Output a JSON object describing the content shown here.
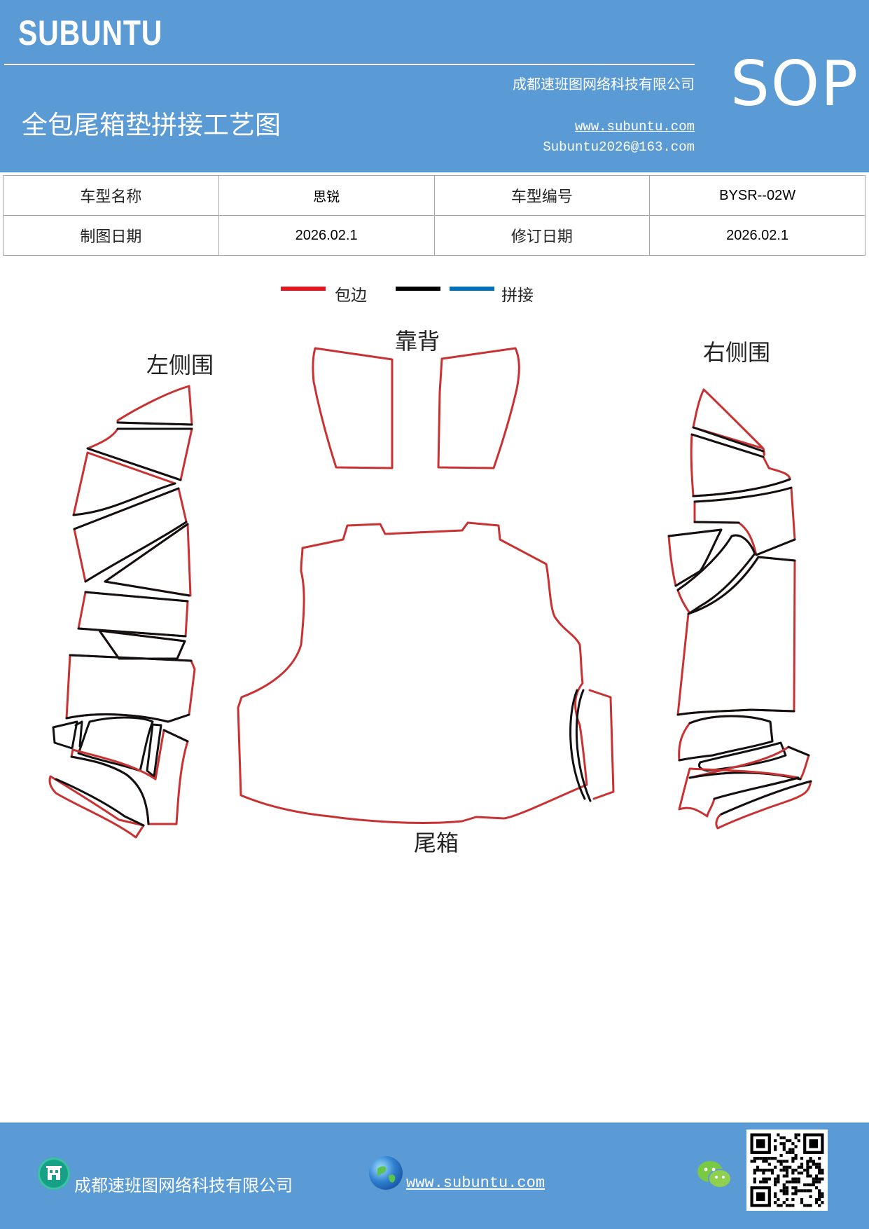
{
  "header": {
    "brand": "SUBUNTU",
    "company": "成都速班图网络科技有限公司",
    "title": "全包尾箱垫拼接工艺图",
    "sop": "SOP",
    "website": "www.subuntu.com",
    "email": "Subuntu2026@163.com"
  },
  "info_table": {
    "rows": [
      {
        "label1": "车型名称",
        "value1": "思锐",
        "label2": "车型编号",
        "value2": "BYSR--02W"
      },
      {
        "label1": "制图日期",
        "value1": "2026.02.1",
        "label2": "修订日期",
        "value2": "2026.02.1"
      }
    ]
  },
  "legend": {
    "items": [
      {
        "color": "#e8141c",
        "label": "包边"
      },
      {
        "color": "#000000",
        "label": ""
      },
      {
        "color": "#0070c0",
        "label": "拼接"
      }
    ]
  },
  "diagram": {
    "labels": {
      "left": "左侧围",
      "back": "靠背",
      "right": "右侧围",
      "trunk": "尾箱"
    },
    "colors": {
      "edge": "#c83232",
      "seam": "#111111"
    }
  },
  "footer": {
    "company": "成都速班图网络科技有限公司",
    "website": "www.subuntu.com",
    "icons": [
      "building-icon",
      "globe-icon",
      "wechat-icon",
      "qr-code"
    ]
  }
}
